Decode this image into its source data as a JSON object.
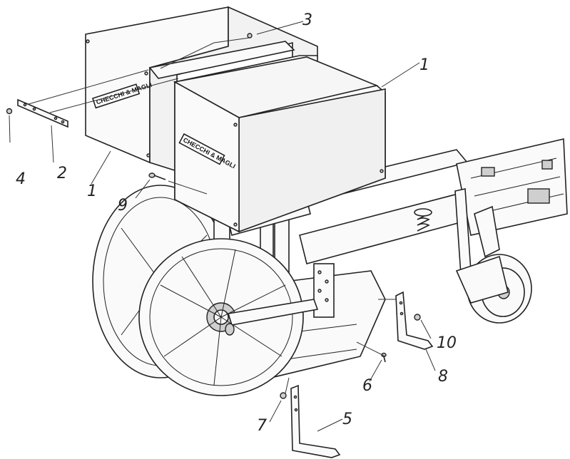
{
  "hoppers": [
    {
      "label": "CHECCHI & MAGLI"
    },
    {
      "label": "CHECCHI & MAGLI"
    }
  ],
  "callouts": [
    {
      "id": "c1a",
      "text": "1"
    },
    {
      "id": "c1b",
      "text": "1"
    },
    {
      "id": "c2",
      "text": "2"
    },
    {
      "id": "c3",
      "text": "3"
    },
    {
      "id": "c4",
      "text": "4"
    },
    {
      "id": "c5",
      "text": "5"
    },
    {
      "id": "c6",
      "text": "6"
    },
    {
      "id": "c7",
      "text": "7"
    },
    {
      "id": "c8",
      "text": "8"
    },
    {
      "id": "c9",
      "text": "9"
    },
    {
      "id": "c10",
      "text": "10"
    }
  ]
}
